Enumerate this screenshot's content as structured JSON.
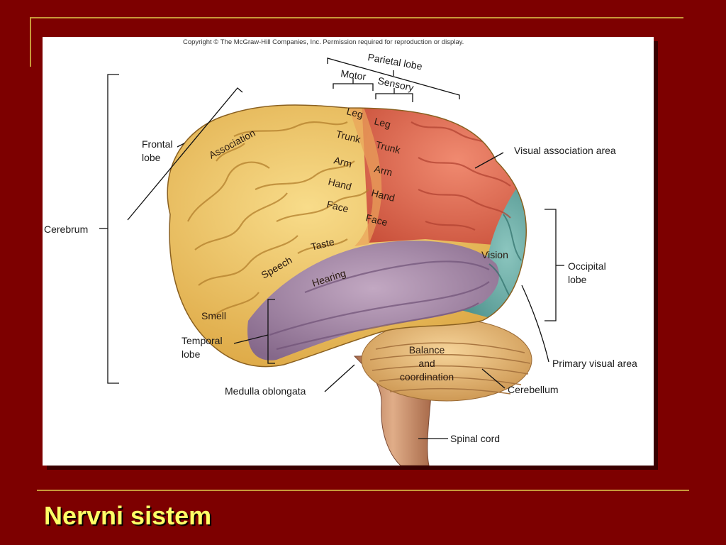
{
  "slide": {
    "title": "Nervni sistem"
  },
  "figure": {
    "copyright": "Copyright © The McGraw-Hill Companies, Inc. Permission required for reproduction or display.",
    "labels": {
      "parietal_lobe": "Parietal lobe",
      "motor": "Motor",
      "sensory": "Sensory",
      "frontal_lobe_1": "Frontal",
      "frontal_lobe_2": "lobe",
      "cerebrum": "Cerebrum",
      "temporal_lobe_1": "Temporal",
      "temporal_lobe_2": "lobe",
      "medulla_oblongata": "Medulla oblongata",
      "spinal_cord": "Spinal cord",
      "cerebellum": "Cerebellum",
      "primary_visual_area": "Primary visual area",
      "occipital_lobe_1": "Occipital",
      "occipital_lobe_2": "lobe",
      "visual_association_area": "Visual association area"
    },
    "regions": {
      "association": "Association",
      "motor_leg": "Leg",
      "motor_trunk": "Trunk",
      "motor_arm": "Arm",
      "motor_hand": "Hand",
      "motor_face": "Face",
      "sensory_leg": "Leg",
      "sensory_trunk": "Trunk",
      "sensory_arm": "Arm",
      "sensory_hand": "Hand",
      "sensory_face": "Face",
      "taste": "Taste",
      "speech": "Speech",
      "hearing": "Hearing",
      "smell": "Smell",
      "vision": "Vision",
      "balance_1": "Balance",
      "balance_2": "and",
      "balance_3": "coordination"
    },
    "colors": {
      "frontal": "#f0c45a",
      "parietal": "#e86a50",
      "temporal": "#a88aa8",
      "occipital": "#5ea6a0",
      "cerebellum": "#e8b870",
      "brainstem": "#c99070"
    }
  }
}
